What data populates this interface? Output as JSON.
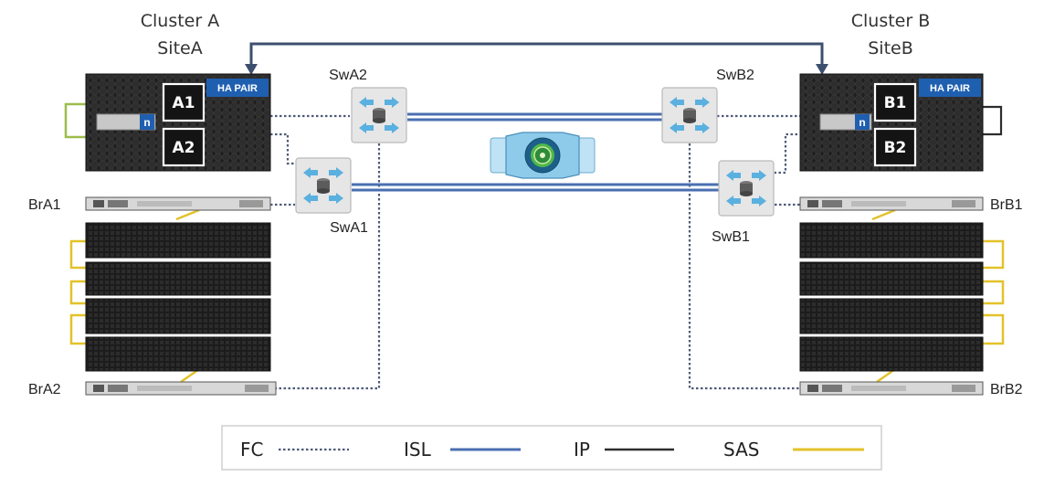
{
  "cluster_a": {
    "title": "Cluster A",
    "site": "SiteA",
    "ha_badge": "HA PAIR",
    "node_top": "A1",
    "node_bottom": "A2"
  },
  "cluster_b": {
    "title": "Cluster B",
    "site": "SiteB",
    "ha_badge": "HA PAIR",
    "node_top": "B1",
    "node_bottom": "B2"
  },
  "switches": {
    "swa1": "SwA1",
    "swa2": "SwA2",
    "swb1": "SwB1",
    "swb2": "SwB2"
  },
  "bridges": {
    "bra1": "BrA1",
    "bra2": "BrA2",
    "brb1": "BrB1",
    "brb2": "BrB2"
  },
  "legend": {
    "fc": "FC",
    "isl": "ISL",
    "ip": "IP",
    "sas": "SAS"
  },
  "icons": [
    "ha-controller-icon",
    "fc-switch-icon",
    "fc-bridge-icon",
    "disk-shelf-icon",
    "isl-link-icon"
  ],
  "colors": {
    "fc": "#4d5a78",
    "isl": "#4a6fb0",
    "ip": "#2d2d2d",
    "sas": "#e3c22a",
    "ha_badge": "#1f5fb0"
  }
}
